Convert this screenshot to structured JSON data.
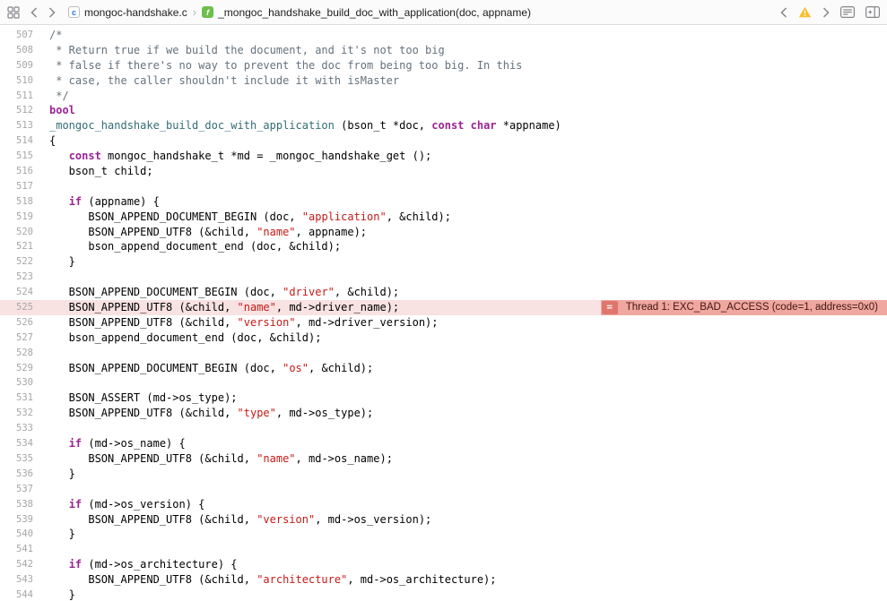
{
  "toolbar": {
    "file_name": "mongoc-handshake.c",
    "file_icon_letter": "c",
    "symbol_name": "_mongoc_handshake_build_doc_with_application(doc, appname)",
    "symbol_icon_letter": "f",
    "separator": "›"
  },
  "colors": {
    "toolbar_bg": "#fbfbfb",
    "toolbar_border": "#dcdcdc",
    "editor_bg": "#ffffff",
    "gutter_color": "#a6a6a6",
    "plain": "#000000",
    "keyword": "#9b2393",
    "string": "#c41a16",
    "comment": "#65727d",
    "function": "#326d74",
    "hl_bg": "#f8e2e2",
    "ann_bg": "#efa7a0",
    "ann_icon_bg": "#e0756c",
    "ann_text": "#421512",
    "icon_gray": "#86868b",
    "warning_yellow": "#f7bf2f"
  },
  "annotation": {
    "icon_glyph": "=",
    "text": "Thread 1: EXC_BAD_ACCESS (code=1, address=0x0)"
  },
  "editor": {
    "lines": [
      {
        "n": 507,
        "seg": [
          [
            "c",
            "/*"
          ]
        ]
      },
      {
        "n": 508,
        "seg": [
          [
            "c",
            " * Return true if we build the document, and it's not too big"
          ]
        ]
      },
      {
        "n": 509,
        "seg": [
          [
            "c",
            " * false if there's no way to prevent the doc from being too big. In this"
          ]
        ]
      },
      {
        "n": 510,
        "seg": [
          [
            "c",
            " * case, the caller shouldn't include it with isMaster"
          ]
        ]
      },
      {
        "n": 511,
        "seg": [
          [
            "c",
            " */"
          ]
        ]
      },
      {
        "n": 512,
        "seg": [
          [
            "k",
            "bool"
          ]
        ]
      },
      {
        "n": 513,
        "seg": [
          [
            "f",
            "_mongoc_handshake_build_doc_with_application"
          ],
          [
            "p",
            " (bson_t *doc, "
          ],
          [
            "k",
            "const"
          ],
          [
            "p",
            " "
          ],
          [
            "k",
            "char"
          ],
          [
            "p",
            " *appname)"
          ]
        ]
      },
      {
        "n": 514,
        "seg": [
          [
            "p",
            "{"
          ]
        ]
      },
      {
        "n": 515,
        "seg": [
          [
            "p",
            "   "
          ],
          [
            "k",
            "const"
          ],
          [
            "p",
            " mongoc_handshake_t *md = _mongoc_handshake_get ();"
          ]
        ]
      },
      {
        "n": 516,
        "seg": [
          [
            "p",
            "   bson_t child;"
          ]
        ]
      },
      {
        "n": 517,
        "seg": []
      },
      {
        "n": 518,
        "seg": [
          [
            "p",
            "   "
          ],
          [
            "k",
            "if"
          ],
          [
            "p",
            " (appname) {"
          ]
        ]
      },
      {
        "n": 519,
        "seg": [
          [
            "p",
            "      BSON_APPEND_DOCUMENT_BEGIN (doc, "
          ],
          [
            "s",
            "\"application\""
          ],
          [
            "p",
            ", &child);"
          ]
        ]
      },
      {
        "n": 520,
        "seg": [
          [
            "p",
            "      BSON_APPEND_UTF8 (&child, "
          ],
          [
            "s",
            "\"name\""
          ],
          [
            "p",
            ", appname);"
          ]
        ]
      },
      {
        "n": 521,
        "seg": [
          [
            "p",
            "      bson_append_document_end (doc, &child);"
          ]
        ]
      },
      {
        "n": 522,
        "seg": [
          [
            "p",
            "   }"
          ]
        ]
      },
      {
        "n": 523,
        "seg": []
      },
      {
        "n": 524,
        "seg": [
          [
            "p",
            "   BSON_APPEND_DOCUMENT_BEGIN (doc, "
          ],
          [
            "s",
            "\"driver\""
          ],
          [
            "p",
            ", &child);"
          ]
        ]
      },
      {
        "n": 525,
        "hl": true,
        "ann": true,
        "seg": [
          [
            "p",
            "   BSON_APPEND_UTF8 (&child, "
          ],
          [
            "s",
            "\"name\""
          ],
          [
            "p",
            ", md->driver_name);"
          ]
        ]
      },
      {
        "n": 526,
        "seg": [
          [
            "p",
            "   BSON_APPEND_UTF8 (&child, "
          ],
          [
            "s",
            "\"version\""
          ],
          [
            "p",
            ", md->driver_version);"
          ]
        ]
      },
      {
        "n": 527,
        "seg": [
          [
            "p",
            "   bson_append_document_end (doc, &child);"
          ]
        ]
      },
      {
        "n": 528,
        "seg": []
      },
      {
        "n": 529,
        "seg": [
          [
            "p",
            "   BSON_APPEND_DOCUMENT_BEGIN (doc, "
          ],
          [
            "s",
            "\"os\""
          ],
          [
            "p",
            ", &child);"
          ]
        ]
      },
      {
        "n": 530,
        "seg": []
      },
      {
        "n": 531,
        "seg": [
          [
            "p",
            "   BSON_ASSERT (md->os_type);"
          ]
        ]
      },
      {
        "n": 532,
        "seg": [
          [
            "p",
            "   BSON_APPEND_UTF8 (&child, "
          ],
          [
            "s",
            "\"type\""
          ],
          [
            "p",
            ", md->os_type);"
          ]
        ]
      },
      {
        "n": 533,
        "seg": []
      },
      {
        "n": 534,
        "seg": [
          [
            "p",
            "   "
          ],
          [
            "k",
            "if"
          ],
          [
            "p",
            " (md->os_name) {"
          ]
        ]
      },
      {
        "n": 535,
        "seg": [
          [
            "p",
            "      BSON_APPEND_UTF8 (&child, "
          ],
          [
            "s",
            "\"name\""
          ],
          [
            "p",
            ", md->os_name);"
          ]
        ]
      },
      {
        "n": 536,
        "seg": [
          [
            "p",
            "   }"
          ]
        ]
      },
      {
        "n": 537,
        "seg": []
      },
      {
        "n": 538,
        "seg": [
          [
            "p",
            "   "
          ],
          [
            "k",
            "if"
          ],
          [
            "p",
            " (md->os_version) {"
          ]
        ]
      },
      {
        "n": 539,
        "seg": [
          [
            "p",
            "      BSON_APPEND_UTF8 (&child, "
          ],
          [
            "s",
            "\"version\""
          ],
          [
            "p",
            ", md->os_version);"
          ]
        ]
      },
      {
        "n": 540,
        "seg": [
          [
            "p",
            "   }"
          ]
        ]
      },
      {
        "n": 541,
        "seg": []
      },
      {
        "n": 542,
        "seg": [
          [
            "p",
            "   "
          ],
          [
            "k",
            "if"
          ],
          [
            "p",
            " (md->os_architecture) {"
          ]
        ]
      },
      {
        "n": 543,
        "seg": [
          [
            "p",
            "      BSON_APPEND_UTF8 (&child, "
          ],
          [
            "s",
            "\"architecture\""
          ],
          [
            "p",
            ", md->os_architecture);"
          ]
        ]
      },
      {
        "n": 544,
        "seg": [
          [
            "p",
            "   }"
          ]
        ]
      }
    ]
  }
}
